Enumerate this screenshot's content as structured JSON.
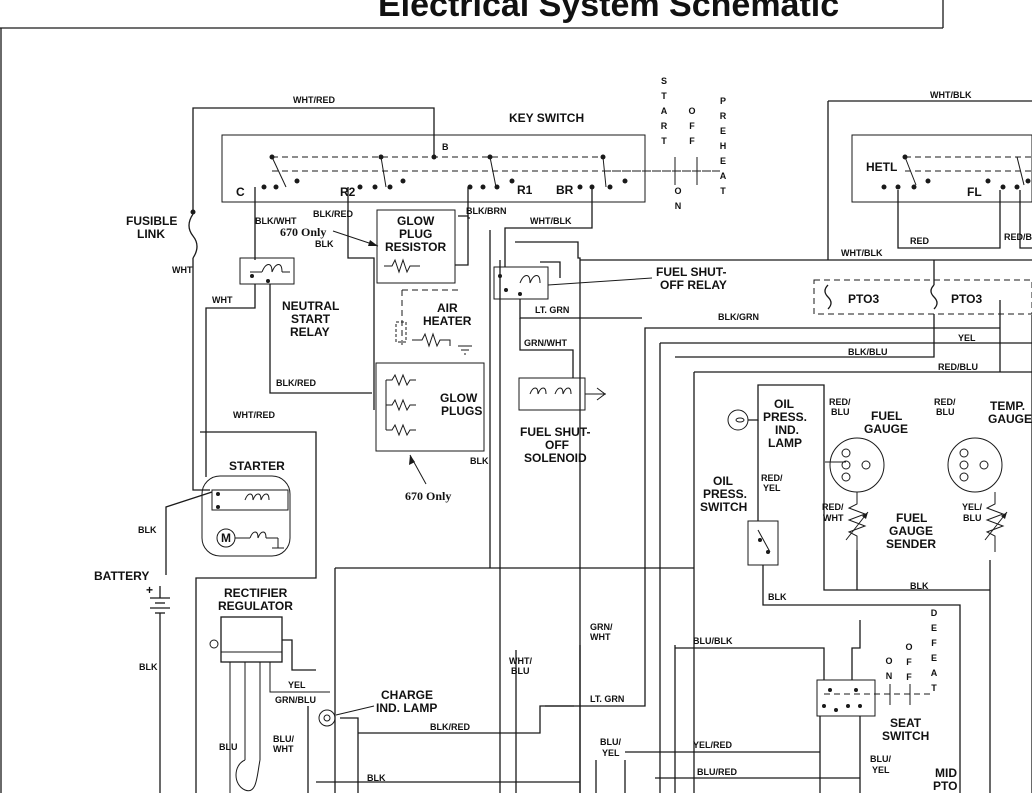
{
  "title": "Electrical System Schematic",
  "components": {
    "key_switch": "KEY SWITCH",
    "terminal_b": "B",
    "terminal_c": "C",
    "terminal_r2": "R2",
    "terminal_r1": "R1",
    "terminal_br": "BR",
    "start": "START",
    "off": "OFF",
    "preheat": "PREHEAT",
    "on": "ON",
    "fusible_link": [
      "FUSIBLE",
      "LINK"
    ],
    "only_670_a": "670 Only",
    "glow_plug_resistor": [
      "GLOW",
      "PLUG",
      "RESISTOR"
    ],
    "neutral_start_relay": [
      "NEUTRAL",
      "START",
      "RELAY"
    ],
    "air_heater": [
      "AIR",
      "HEATER"
    ],
    "glow_plugs": [
      "GLOW",
      "PLUGS"
    ],
    "only_670_b": "670 Only",
    "fuel_shutoff_relay": [
      "FUEL SHUT-",
      "OFF RELAY"
    ],
    "fuel_shutoff_solenoid": [
      "FUEL SHUT-",
      "OFF",
      "SOLENOID"
    ],
    "starter": "STARTER",
    "motor": "M",
    "battery": "BATTERY",
    "rectifier_regulator": [
      "RECTIFIER",
      "REGULATOR"
    ],
    "charge_lamp": [
      "CHARGE",
      "IND. LAMP"
    ],
    "oil_press_lamp": [
      "OIL",
      "PRESS.",
      "IND.",
      "LAMP"
    ],
    "oil_press_switch": [
      "OIL",
      "PRESS.",
      "SWITCH"
    ],
    "fuel_gauge": [
      "FUEL",
      "GAUGE"
    ],
    "temp_gauge": [
      "TEMP.",
      "GAUGE"
    ],
    "fuel_gauge_sender": [
      "FUEL",
      "GAUGE",
      "SENDER"
    ],
    "hetl": "HETL",
    "fl": "FL",
    "pto3_a": "PTO3",
    "pto3_b": "PTO3",
    "defeat": "DEFEAT",
    "on2": "ON",
    "off2": "OFF",
    "seat_switch": [
      "SEAT",
      "SWITCH"
    ],
    "mid_pto": [
      "MID",
      "PTO"
    ]
  },
  "wires": {
    "wht_red_top": "WHT/RED",
    "wht_blk_top": "WHT/BLK",
    "blk_wht": "BLK/WHT",
    "blk_red_a": "BLK/RED",
    "blk_brn": "BLK/BRN",
    "wht_blk_a": "WHT/BLK",
    "blk_a": "BLK",
    "wht_a": "WHT",
    "wht_b": "WHT",
    "wht_blk_b": "WHT/BLK",
    "red_a": "RED",
    "red_blk": "RED/BLK",
    "lt_grn_a": "LT. GRN",
    "blk_grn": "BLK/GRN",
    "yel_a": "YEL",
    "blk_blu": "BLK/BLU",
    "red_blu_a": "RED/BLU",
    "grn_wht_a": "GRN/WHT",
    "blk_red_b": "BLK/RED",
    "wht_red_b": "WHT/RED",
    "red_blu_b": [
      "RED/",
      "BLU"
    ],
    "red_blu_c": [
      "RED/",
      "BLU"
    ],
    "blk_b": "BLK",
    "red_yel": [
      "RED/",
      "YEL"
    ],
    "red_wht": [
      "RED/",
      "WHT"
    ],
    "yel_blu": [
      "YEL/",
      "BLU"
    ],
    "blk_c": "BLK",
    "blk_d": "BLK",
    "blk_e": "BLK",
    "grn_wht_b": [
      "GRN/",
      "WHT"
    ],
    "wht_blu": [
      "WHT/",
      "BLU"
    ],
    "blu_blk": "BLU/BLK",
    "blk_f": "BLK",
    "yel_b": "YEL",
    "grn_blu": "GRN/BLU",
    "lt_grn_b": "LT. GRN",
    "blk_red_c": "BLK/RED",
    "blu": "BLU",
    "blu_wht": [
      "BLU/",
      "WHT"
    ],
    "blu_yel_a": [
      "BLU/",
      "YEL"
    ],
    "yel_red": "YEL/RED",
    "blu_red": "BLU/RED",
    "blu_yel_b": [
      "BLU/",
      "YEL"
    ],
    "blk_g": "BLK"
  }
}
